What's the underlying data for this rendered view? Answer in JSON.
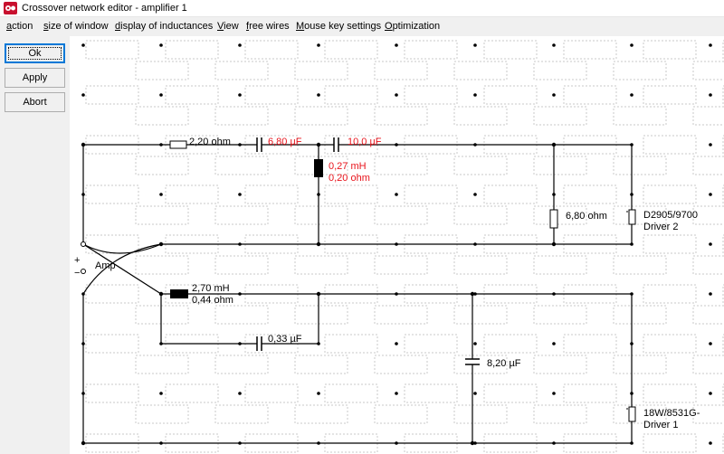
{
  "window": {
    "title": "Crossover network editor - amplifier 1"
  },
  "menu": {
    "items": [
      {
        "id": "action",
        "label": "action"
      },
      {
        "id": "size-of-window",
        "label": "size of window"
      },
      {
        "id": "display-of-inductances",
        "label": "display of inductances"
      },
      {
        "id": "view",
        "label": "View"
      },
      {
        "id": "free-wires",
        "label": "free wires"
      },
      {
        "id": "mouse-key-settings",
        "label": "Mouse key settings"
      },
      {
        "id": "optimization",
        "label": "Optimization"
      }
    ]
  },
  "buttons": {
    "ok": "Ok",
    "apply": "Apply",
    "abort": "Abort"
  },
  "colors": {
    "highlight": "#e8141c",
    "wire": "#000000",
    "grid": "#c8c8c8"
  },
  "circuit": {
    "amp_label": "Amp",
    "amp_plus": "+",
    "amp_minus": "−",
    "r1": "2,20 ohm",
    "c1": "6,80 µF",
    "c2": "10,0 µF",
    "l1_value": "0,27 mH",
    "l1_resistance": "0,20 ohm",
    "r2": "6,80 ohm",
    "driver2_model": "D2905/9700",
    "driver2_name": "Driver 2",
    "l2_value": "2,70 mH",
    "l2_resistance": "0,44 ohm",
    "c3": "0,33 µF",
    "c4": "8,20 µF",
    "driver1_model": "18W/8531G-",
    "driver1_name": "Driver 1"
  }
}
